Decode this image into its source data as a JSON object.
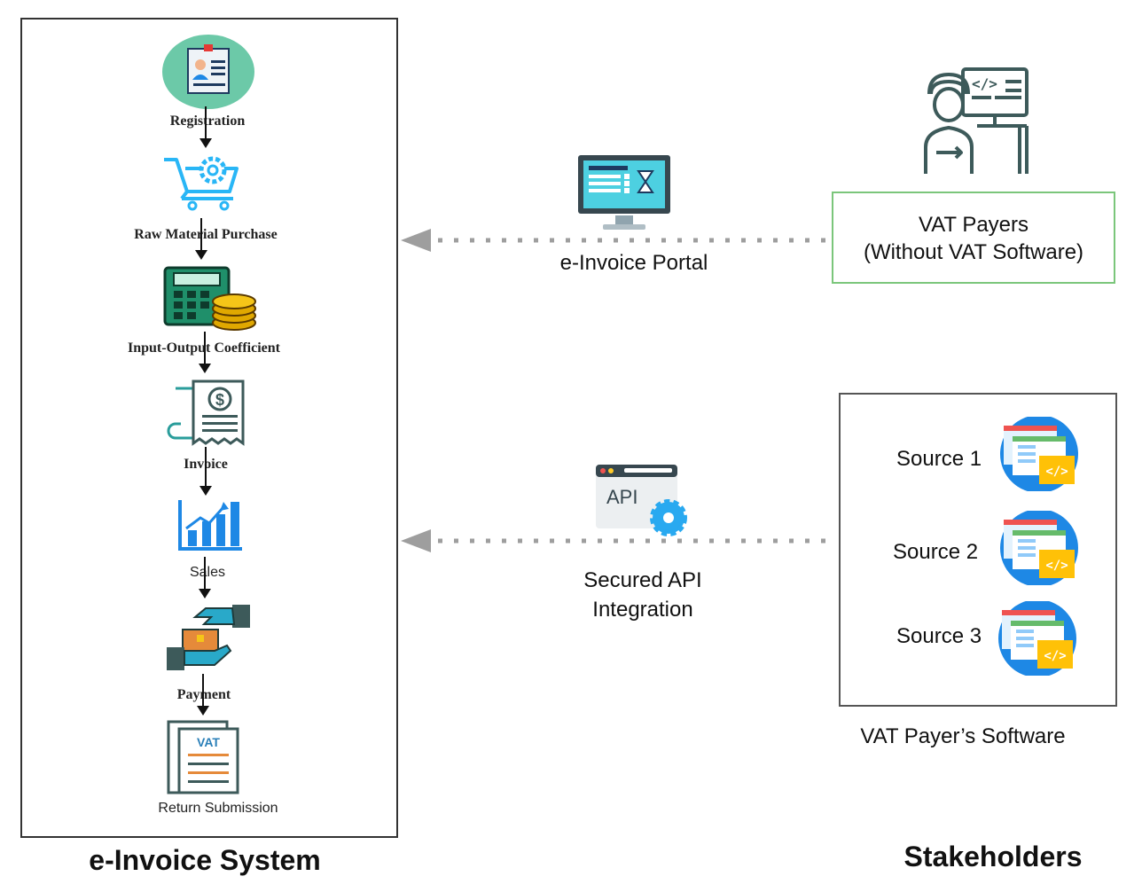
{
  "system": {
    "title": "e-Invoice System",
    "steps": [
      {
        "label": "Registration",
        "icon": "registration-id-card-icon"
      },
      {
        "label": "Raw Material Purchase",
        "icon": "shopping-cart-gear-icon"
      },
      {
        "label": "Input-Output Coefficient",
        "icon": "calculator-coins-icon"
      },
      {
        "label": "Invoice",
        "icon": "invoice-receipt-icon"
      },
      {
        "label": "Sales",
        "icon": "sales-bar-chart-icon"
      },
      {
        "label": "Payment",
        "icon": "payment-handshake-icon"
      },
      {
        "label": "Return Submission",
        "icon": "vat-document-icon"
      }
    ]
  },
  "stakeholders": {
    "title": "Stakeholders",
    "vat_payers_line1": "VAT Payers",
    "vat_payers_line2": "(Without VAT Software)",
    "software_caption": "VAT Payer’s Software",
    "sources": [
      "Source 1",
      "Source 2",
      "Source 3"
    ]
  },
  "channels": {
    "portal_label": "e-Invoice Portal",
    "api_line1": "Secured API",
    "api_line2": "Integration",
    "api_badge": "API"
  },
  "colors": {
    "teal": "#2a9d9b",
    "dark_teal": "#3d5a5a",
    "blue": "#2196f3",
    "arrow_gray": "#9e9e9e",
    "green_border": "#7bc67b"
  }
}
